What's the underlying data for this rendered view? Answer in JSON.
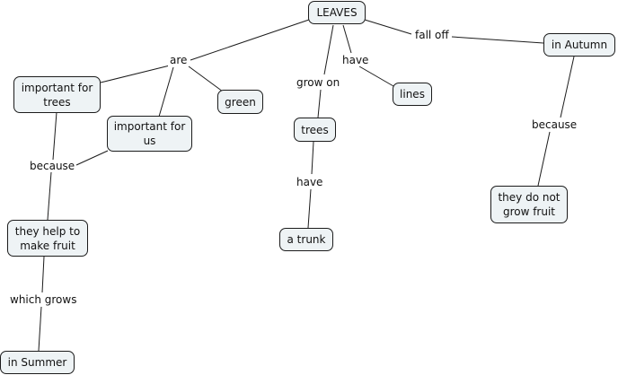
{
  "concepts": {
    "leaves": "LEAVES",
    "important_trees": "important for\ntrees",
    "important_us": "important for\nus",
    "green": "green",
    "trees": "trees",
    "lines": "lines",
    "in_autumn": "in Autumn",
    "help_fruit": "they help to\nmake fruit",
    "trunk": "a trunk",
    "no_fruit": "they do not\ngrow fruit",
    "in_summer": "in Summer"
  },
  "links": {
    "are": "are",
    "grow_on": "grow on",
    "have1": "have",
    "fall_off": "fall off",
    "because1": "because",
    "have2": "have",
    "because2": "because",
    "which_grows": "which grows"
  },
  "colors": {
    "node_fill": "#eef3f5",
    "node_border": "#1c1c1c",
    "line": "#1c1c1c"
  }
}
